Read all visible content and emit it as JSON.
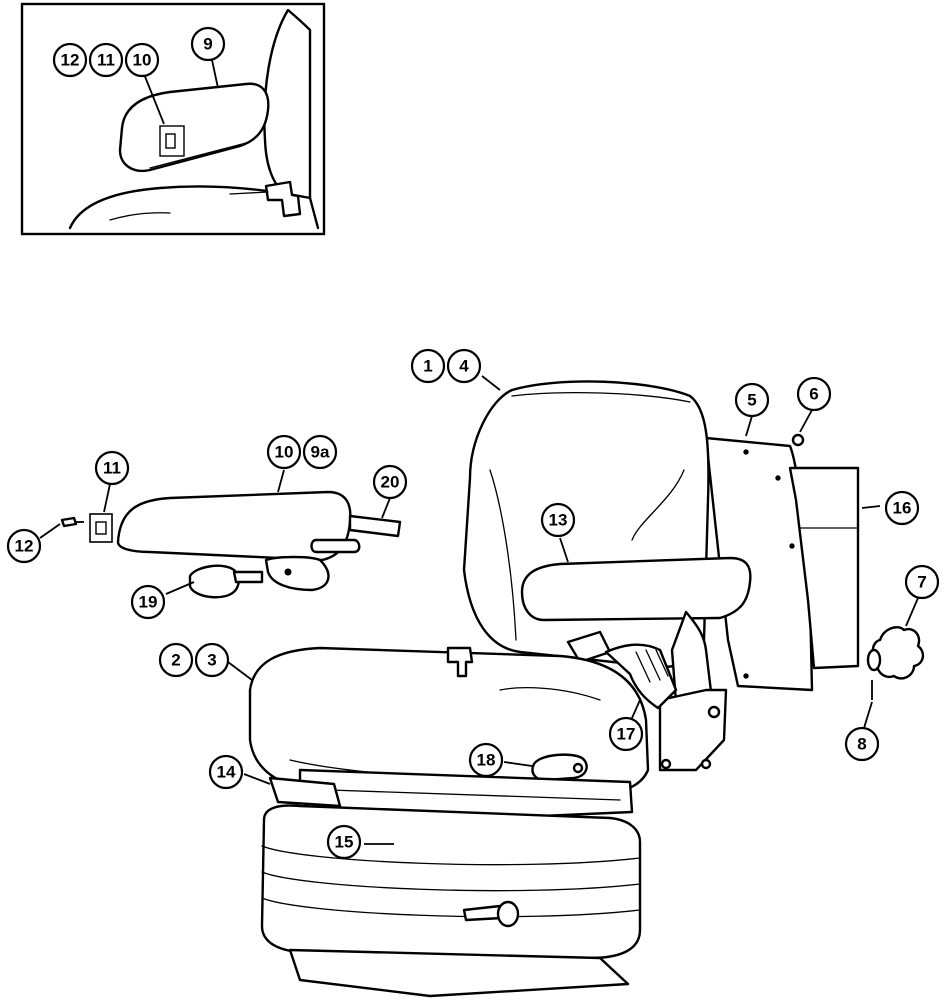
{
  "colors": {
    "line": "#000000",
    "background": "#ffffff"
  },
  "inset": {
    "callouts": [
      {
        "id": "inset-12",
        "label": "12"
      },
      {
        "id": "inset-11",
        "label": "11"
      },
      {
        "id": "inset-10",
        "label": "10"
      },
      {
        "id": "inset-9",
        "label": "9"
      }
    ]
  },
  "callouts": [
    {
      "id": "c1",
      "label": "1"
    },
    {
      "id": "c4",
      "label": "4"
    },
    {
      "id": "c5",
      "label": "5"
    },
    {
      "id": "c6",
      "label": "6"
    },
    {
      "id": "c10",
      "label": "10"
    },
    {
      "id": "c9a",
      "label": "9a"
    },
    {
      "id": "c11",
      "label": "11"
    },
    {
      "id": "c20",
      "label": "20"
    },
    {
      "id": "c12",
      "label": "12"
    },
    {
      "id": "c13",
      "label": "13"
    },
    {
      "id": "c16",
      "label": "16"
    },
    {
      "id": "c7",
      "label": "7"
    },
    {
      "id": "c19",
      "label": "19"
    },
    {
      "id": "c2",
      "label": "2"
    },
    {
      "id": "c3",
      "label": "3"
    },
    {
      "id": "c8",
      "label": "8"
    },
    {
      "id": "c17",
      "label": "17"
    },
    {
      "id": "c14",
      "label": "14"
    },
    {
      "id": "c18",
      "label": "18"
    },
    {
      "id": "c15",
      "label": "15"
    }
  ]
}
